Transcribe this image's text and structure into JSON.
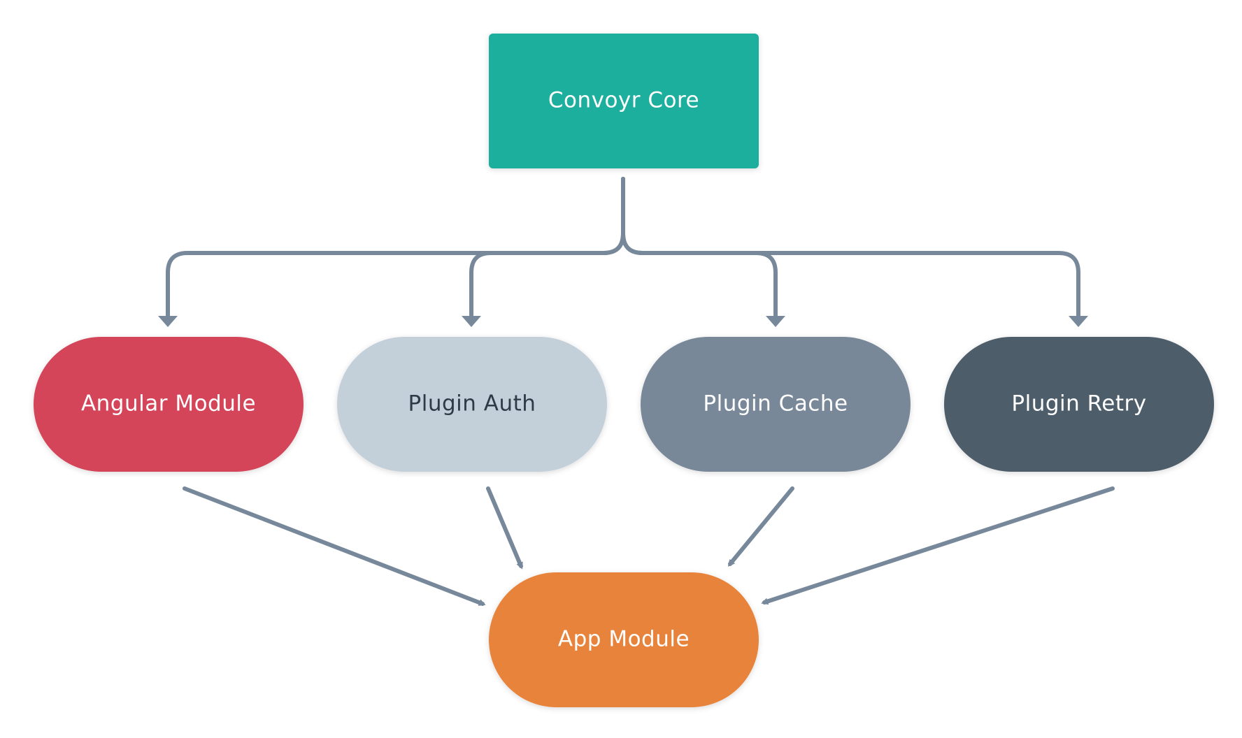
{
  "colors": {
    "background": "#ffffff",
    "connector": "#76889a",
    "core": "#1aaf9e",
    "angular": "#d4445a",
    "auth": "#c4d0d9",
    "cache": "#798898",
    "retry": "#4d5d6b",
    "app": "#e8833a",
    "light_text": "#ffffff",
    "dark_text": "#2e3a46"
  },
  "nodes": {
    "core": {
      "label": "Convoyr Core",
      "shape": "rectangle"
    },
    "angular": {
      "label": "Angular Module",
      "shape": "pill"
    },
    "auth": {
      "label": "Plugin Auth",
      "shape": "pill"
    },
    "cache": {
      "label": "Plugin Cache",
      "shape": "pill"
    },
    "retry": {
      "label": "Plugin Retry",
      "shape": "pill"
    },
    "app": {
      "label": "App Module",
      "shape": "pill"
    }
  },
  "edges": [
    {
      "from": "core",
      "to": "angular"
    },
    {
      "from": "core",
      "to": "auth"
    },
    {
      "from": "core",
      "to": "cache"
    },
    {
      "from": "core",
      "to": "retry"
    },
    {
      "from": "angular",
      "to": "app"
    },
    {
      "from": "auth",
      "to": "app"
    },
    {
      "from": "cache",
      "to": "app"
    },
    {
      "from": "retry",
      "to": "app"
    }
  ]
}
